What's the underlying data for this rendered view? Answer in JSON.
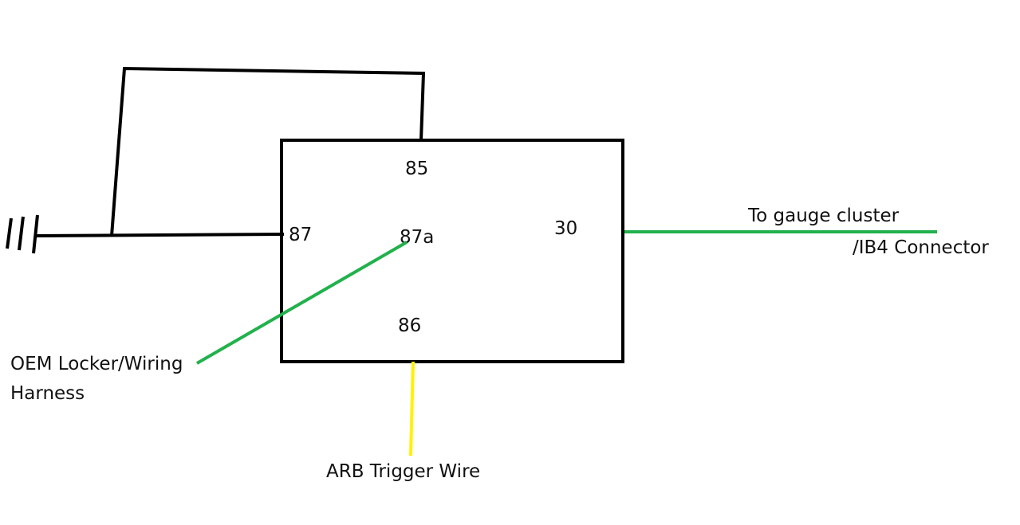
{
  "colors": {
    "background": "#ffffff",
    "relay_outline": "#000000",
    "ground_wire": "#000000",
    "gauge_wire": "#22b14c",
    "oem_wire": "#22b14c",
    "arb_wire": "#fff200"
  },
  "relay": {
    "pins": {
      "p85": "85",
      "p87": "87",
      "p87a": "87a",
      "p30": "30",
      "p86": "86"
    }
  },
  "labels": {
    "gauge_line1": "To gauge cluster",
    "gauge_line2": "/IB4 Connector",
    "oem_line1": "OEM Locker/Wiring",
    "oem_line2": "Harness",
    "arb": "ARB Trigger Wire"
  },
  "icons": {
    "ground": "ground-symbol-icon"
  }
}
